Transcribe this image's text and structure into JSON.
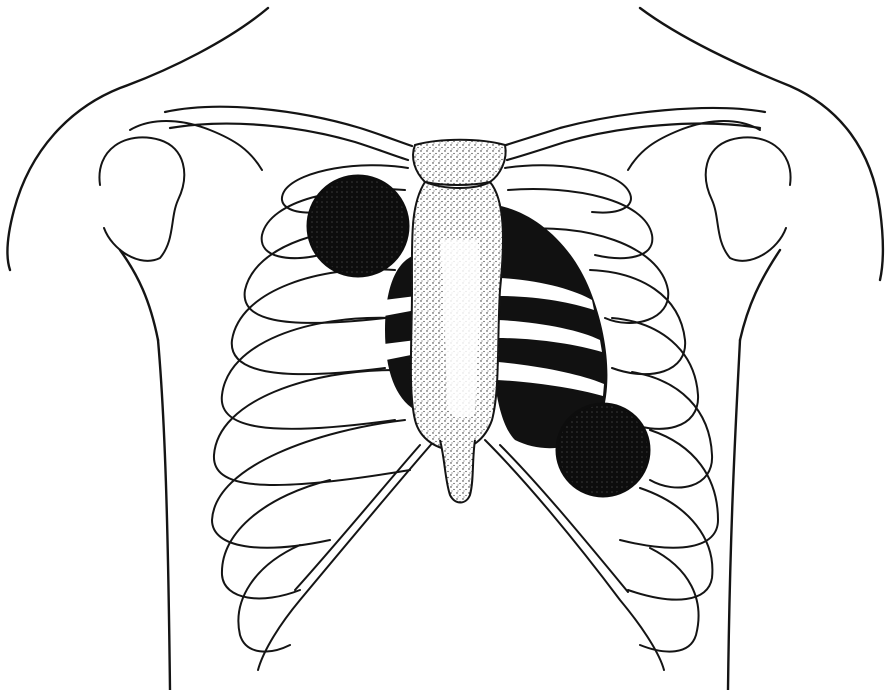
{
  "figure": {
    "subject": "chest-wall-anatomy-line-drawing",
    "colors": {
      "background": "#ffffff",
      "ink": "#141414",
      "pad_fill": "#0d0d0d"
    },
    "elements": {
      "electrode_pads": [
        "right-upper-chest-pad",
        "left-apex-pad"
      ],
      "structures": [
        "torso-outline",
        "clavicles",
        "sternum",
        "rib-cage",
        "heart-shadow"
      ]
    }
  }
}
